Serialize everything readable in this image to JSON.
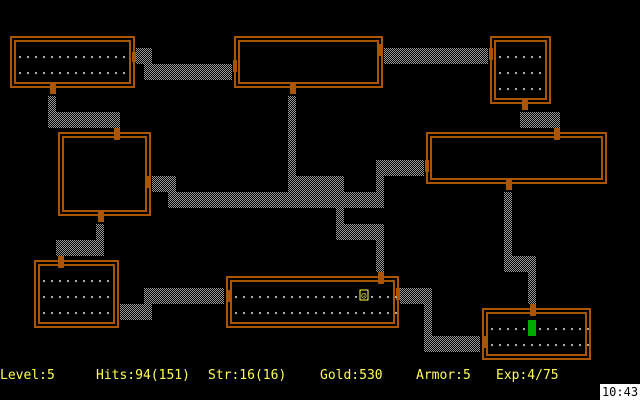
{
  "status": {
    "level": "Level:5",
    "hits": "Hits:94(151)",
    "str": "Str:16(16)",
    "gold": "Gold:530",
    "armor": "Armor:5",
    "exp": "Exp:4/75"
  },
  "clock": "10:43",
  "colors": {
    "wall": "#aa5500",
    "floor_dots": "#aaaaaa",
    "passage": "#9a9a9a",
    "stairs": "#00aa00",
    "status_text": "#ffff55"
  },
  "player_glyph": "☺"
}
